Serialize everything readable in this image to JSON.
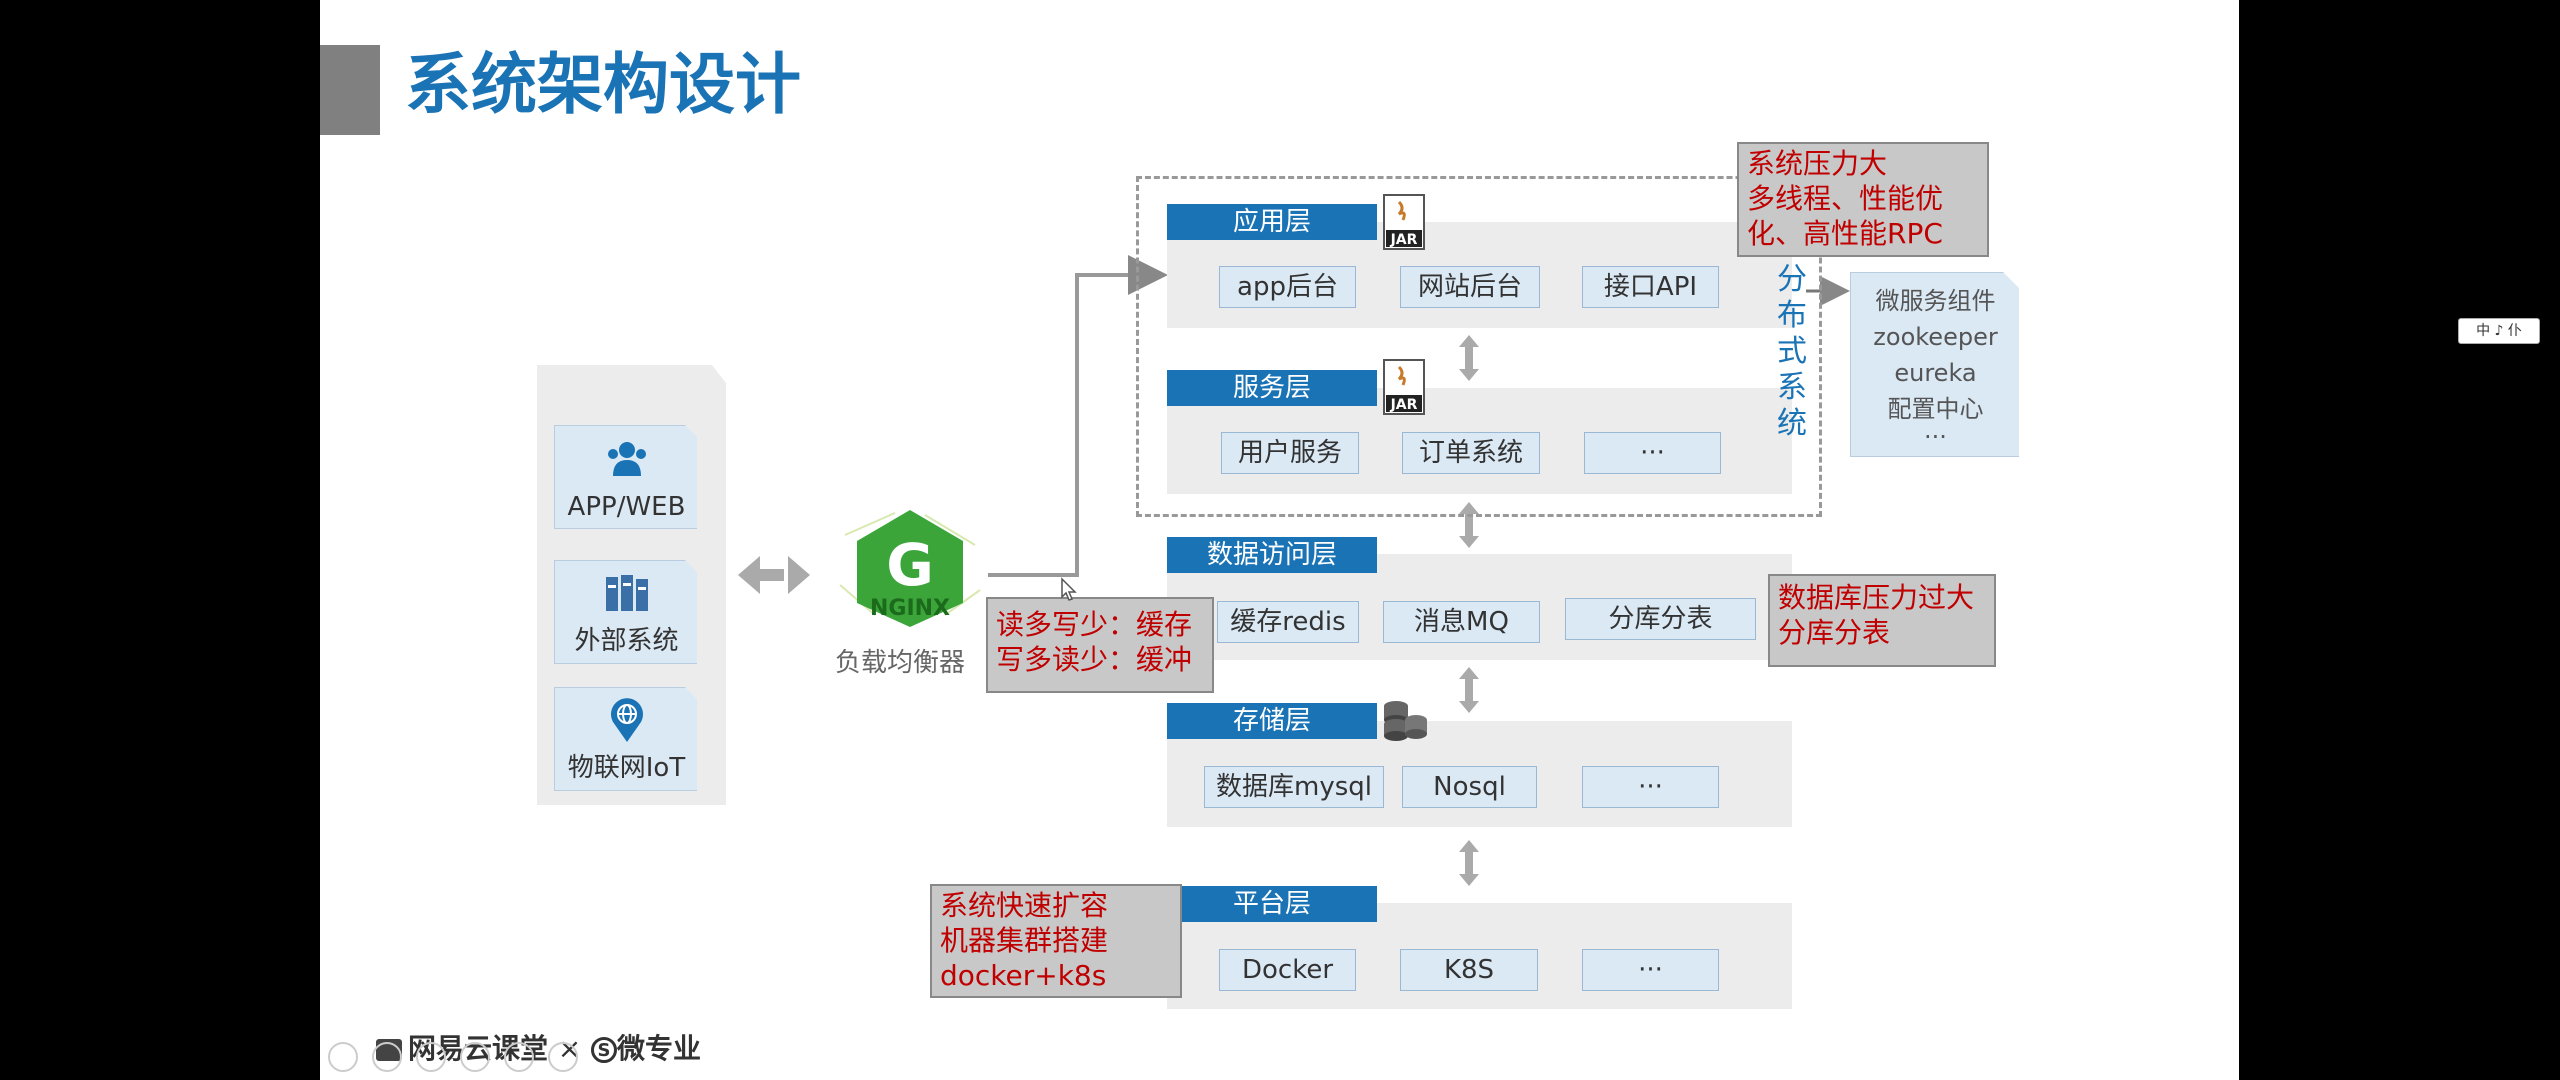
{
  "title": "系统架构设计",
  "clients": [
    {
      "label": "APP/WEB",
      "icon": "users-icon"
    },
    {
      "label": "外部系统",
      "icon": "server-rack-icon"
    },
    {
      "label": "物联网IoT",
      "icon": "globe-pin-icon"
    }
  ],
  "load_balancer": {
    "logo_text": "NGINX",
    "label": "负载均衡器"
  },
  "layers": {
    "app": {
      "name": "应用层",
      "items": [
        "app后台",
        "网站后台",
        "接口API"
      ],
      "icon": "jar-icon",
      "icon_text": "JAR"
    },
    "service": {
      "name": "服务层",
      "items": [
        "用户服务",
        "订单系统",
        "···"
      ],
      "icon": "jar-icon",
      "icon_text": "JAR"
    },
    "data_access": {
      "name": "数据访问层",
      "items": [
        "缓存redis",
        "消息MQ",
        "分库分表"
      ]
    },
    "storage": {
      "name": "存储层",
      "items": [
        "数据库mysql",
        "Nosql",
        "···"
      ],
      "icon": "database-icon"
    },
    "platform": {
      "name": "平台层",
      "items": [
        "Docker",
        "K8S",
        "···"
      ]
    }
  },
  "distributed_label": [
    "分",
    "布",
    "式",
    "系",
    "统"
  ],
  "microservices": [
    "微服务组件",
    "zookeeper",
    "eureka",
    "配置中心",
    "···"
  ],
  "notes": {
    "system_pressure": [
      "系统压力大",
      "多线程、性能优",
      "化、高性能RPC"
    ],
    "read_write": [
      "读多写少：缓存",
      "写多读少：缓冲"
    ],
    "db_pressure": [
      "数据库压力过大",
      "分库分表"
    ],
    "scaling": [
      "系统快速扩容",
      "机器集群搭建",
      "docker+k8s"
    ]
  },
  "footer": {
    "brand1": "网易云课堂",
    "separator": "×",
    "brand2": "微专业"
  },
  "ime_indicator": "中 ♪ 仆",
  "colors": {
    "accent": "#1a73b5",
    "note_text": "#c00000",
    "item_bg": "#dbe9f5",
    "layer_bg": "#ececec"
  }
}
